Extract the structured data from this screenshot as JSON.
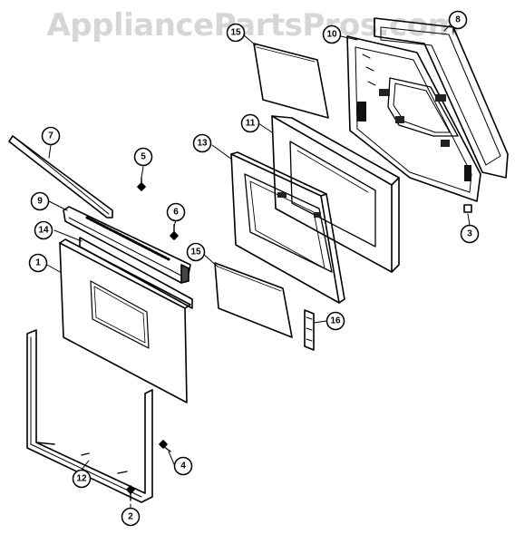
{
  "watermark": "AppliancePartsPros.com",
  "callouts": [
    {
      "id": "c1",
      "label": "1"
    },
    {
      "id": "c2",
      "label": "2"
    },
    {
      "id": "c3",
      "label": "3"
    },
    {
      "id": "c4",
      "label": "4"
    },
    {
      "id": "c5",
      "label": "5"
    },
    {
      "id": "c6",
      "label": "6"
    },
    {
      "id": "c7",
      "label": "7"
    },
    {
      "id": "c8",
      "label": "8"
    },
    {
      "id": "c9",
      "label": "9"
    },
    {
      "id": "c10",
      "label": "10"
    },
    {
      "id": "c11",
      "label": "11"
    },
    {
      "id": "c12",
      "label": "12"
    },
    {
      "id": "c13",
      "label": "13"
    },
    {
      "id": "c14",
      "label": "14"
    },
    {
      "id": "c15",
      "label": "15"
    },
    {
      "id": "c15b",
      "label": "15"
    },
    {
      "id": "c16",
      "label": "16"
    }
  ]
}
